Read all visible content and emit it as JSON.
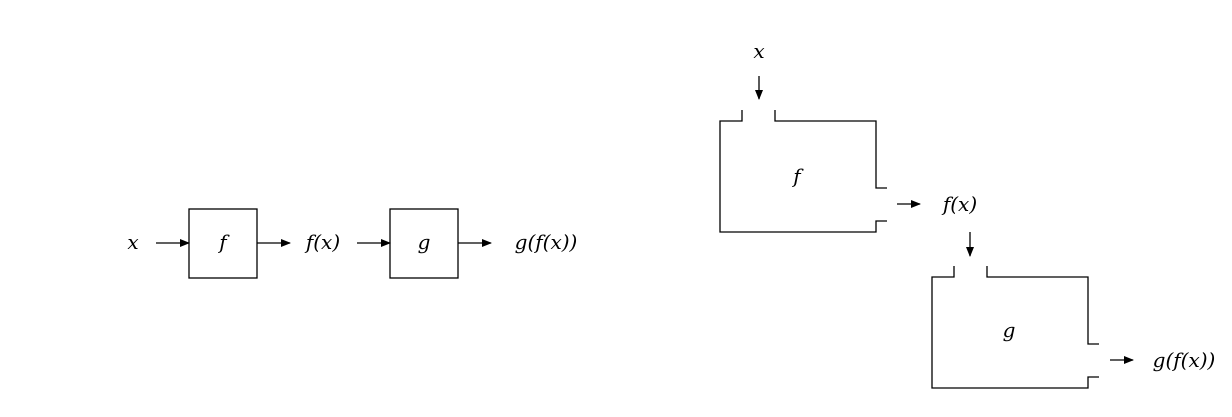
{
  "left_diagram": {
    "input": "x",
    "box1": "f",
    "middle": "f(x)",
    "box2": "g",
    "output": "g(f(x))"
  },
  "right_diagram": {
    "input": "x",
    "box1": "f",
    "middle": "f(x)",
    "box2": "g",
    "output": "g(f(x))"
  }
}
